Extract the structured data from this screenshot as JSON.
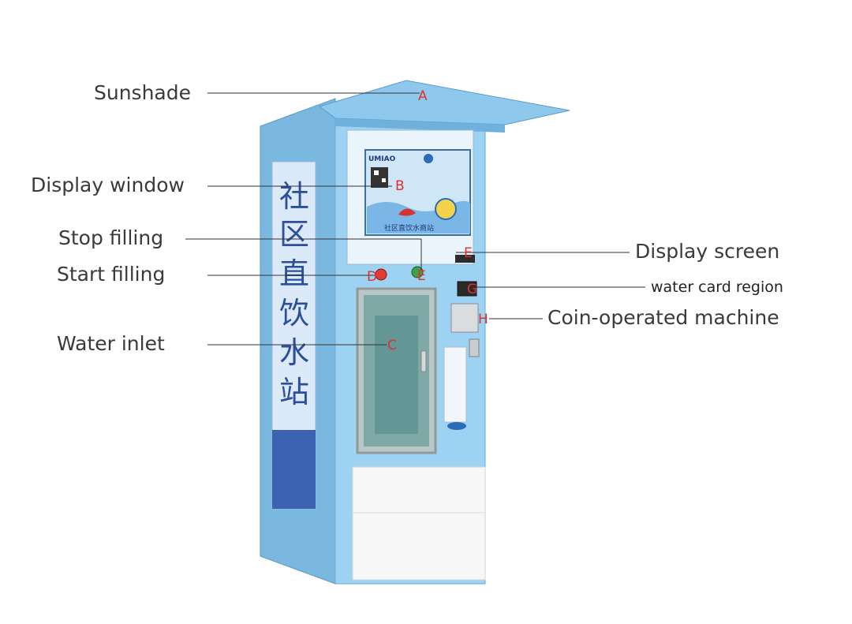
{
  "labels": {
    "sunshade": "Sunshade",
    "display_window": "Display window",
    "stop_filling": "Stop filling",
    "start_filling": "Start filling",
    "water_inlet": "Water inlet",
    "display_screen": "Display screen",
    "water_card_region": "water card region",
    "coin_operated_machine": "Coin-operated machine"
  },
  "markers": {
    "a": "A",
    "b": "B",
    "c": "C",
    "d": "D",
    "e_button": "E",
    "e_display": "E",
    "g": "G",
    "h": "H"
  },
  "machine": {
    "side_sign_chars": [
      "社",
      "区",
      "直",
      "饮",
      "水",
      "站"
    ],
    "screen_brand": "UMIAO",
    "screen_caption": "社区直饮水商站"
  },
  "colors": {
    "body_blue": "#8ec8ec",
    "side_blue": "#7bb8e0",
    "front_blue": "#9dd2f2",
    "sign_text": "#2b4f9e",
    "marker_red": "#e0302a"
  }
}
